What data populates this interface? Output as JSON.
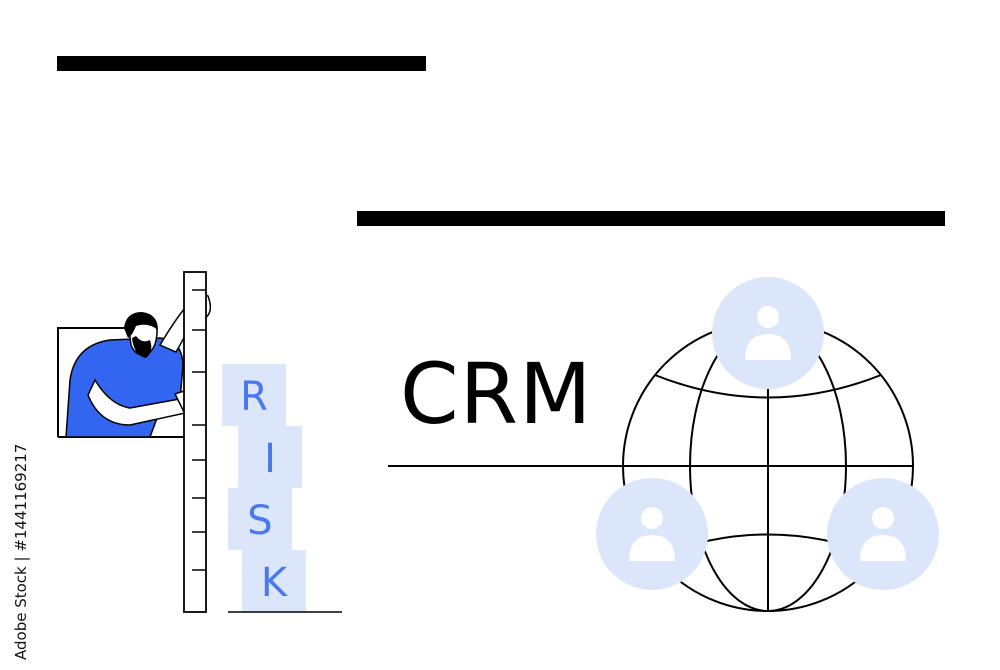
{
  "crm": {
    "label": "CRM"
  },
  "risk": {
    "letters": [
      "R",
      "I",
      "S",
      "K"
    ]
  },
  "watermark": {
    "text": "Adobe Stock | #1441169217"
  },
  "colors": {
    "accent_blue": "#3366f0",
    "light_blue": "#dce6fb",
    "letter_blue": "#4a78ee",
    "ink": "#000000"
  },
  "icons": [
    "person-climbing-ruler",
    "globe-icon",
    "user-avatar-icon"
  ]
}
